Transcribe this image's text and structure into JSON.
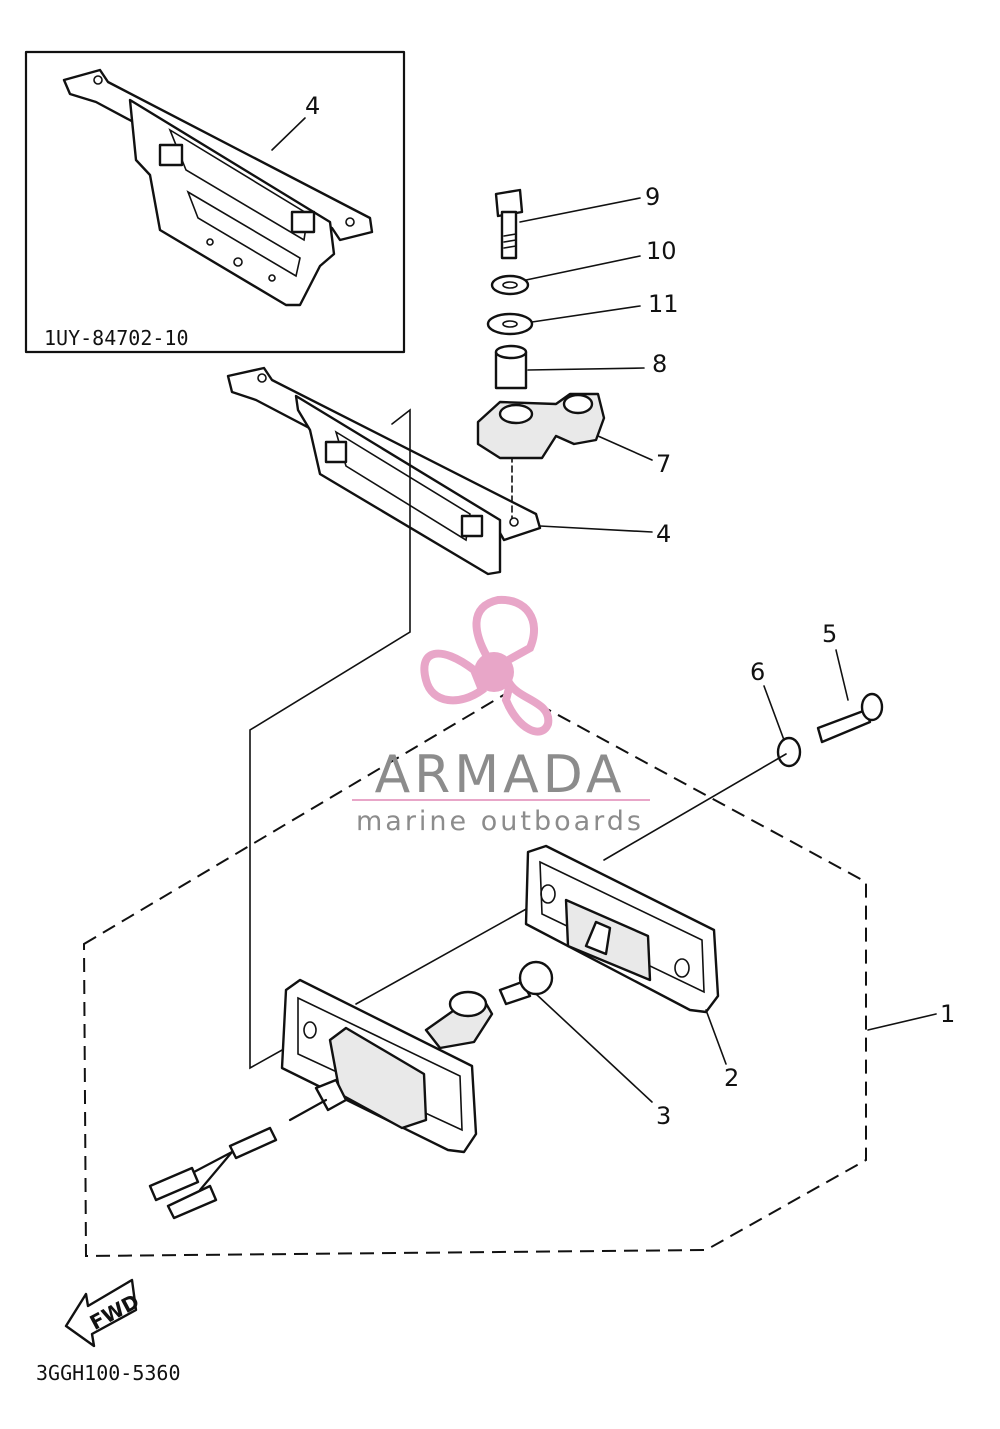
{
  "inset": {
    "code": "1UY-84702-10",
    "callout": "4"
  },
  "callouts": {
    "c1": "1",
    "c2": "2",
    "c3": "3",
    "c4": "4",
    "c5": "5",
    "c6": "6",
    "c7": "7",
    "c8": "8",
    "c9": "9",
    "c10": "10",
    "c11": "11"
  },
  "watermark": {
    "brand": "ARMADA",
    "tagline": "marine outboards",
    "brand_color": "#8c8c8c",
    "logo_color": "#e8a6c8"
  },
  "fwd_label": "FWD",
  "diagram_code": "3GGH100-5360"
}
